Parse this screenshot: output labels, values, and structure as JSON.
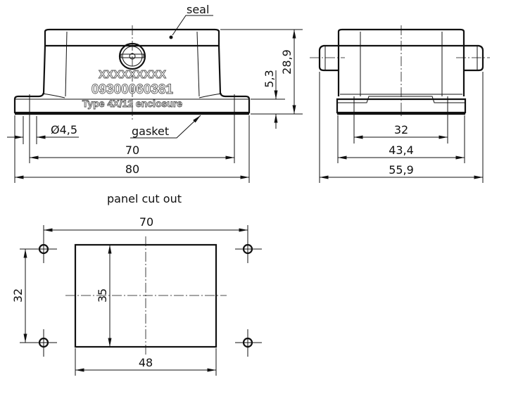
{
  "front_view": {
    "label_seal": "seal",
    "label_gasket": "gasket",
    "marking_line1": "XXXXXXXXX",
    "marking_line2": "09300060381",
    "marking_line3": "Type 4X/12 enclosure",
    "dim_hole": "Ø4,5",
    "dim_holes_spacing": "70",
    "dim_total_length": "80",
    "dim_flange_height": "5,3",
    "dim_total_height": "28,9"
  },
  "side_view": {
    "dim_inner": "32",
    "dim_body_width": "43,4",
    "dim_total_width": "55,9"
  },
  "panel_cutout": {
    "title": "panel cut out",
    "dim_holes_horizontal": "70",
    "dim_holes_vertical": "32",
    "dim_cutout_height": "35",
    "dim_cutout_width": "48"
  }
}
